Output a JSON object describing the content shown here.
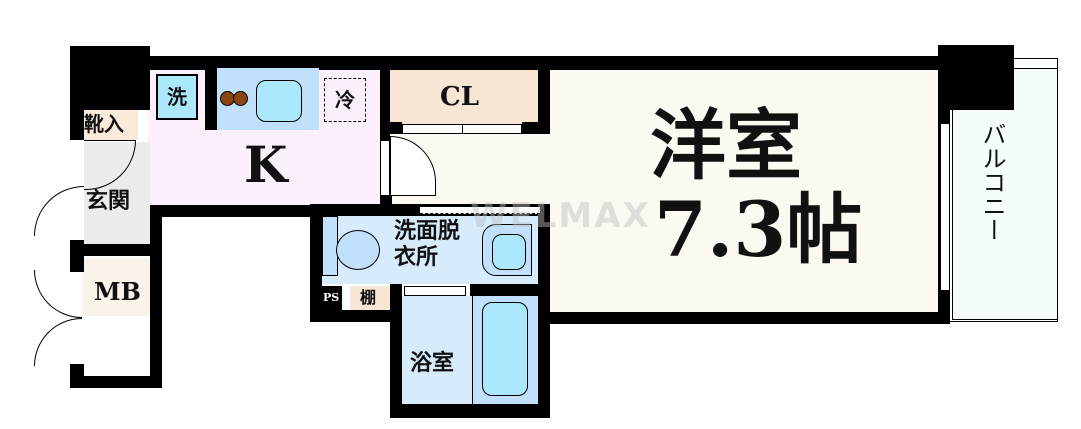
{
  "floorplan": {
    "rooms": {
      "western_room": {
        "name": "洋室",
        "size": "7.3帖"
      },
      "kitchen": {
        "name": "K"
      },
      "closet": {
        "name": "CL"
      },
      "entrance": {
        "name": "玄関"
      },
      "shoe_storage": {
        "name": "靴入"
      },
      "meter_box": {
        "name": "MB"
      },
      "washroom": {
        "name_line1": "洗面脱",
        "name_line2": "衣所"
      },
      "bathroom": {
        "name": "浴室"
      },
      "balcony": {
        "name": "バルコニー"
      },
      "pipe_space": {
        "name": "PS"
      },
      "shelf": {
        "name": "棚"
      }
    },
    "fixtures": {
      "washing_machine": "洗",
      "refrigerator": "冷"
    },
    "watermark": "WELMAX"
  },
  "colors": {
    "wall": "#000000",
    "western_room_floor": "#fcf8f2",
    "kitchen_floor": "#fcf0fc",
    "closet_floor": "#f8e6d4",
    "entrance_floor": "#ececec",
    "wet_area_floor": "#d6ecfc",
    "fixture_blue": "#ace8fc",
    "stove_burner": "#8b4513",
    "balcony_floor": "#f4fcfc",
    "mb_floor": "#faf3ea"
  }
}
